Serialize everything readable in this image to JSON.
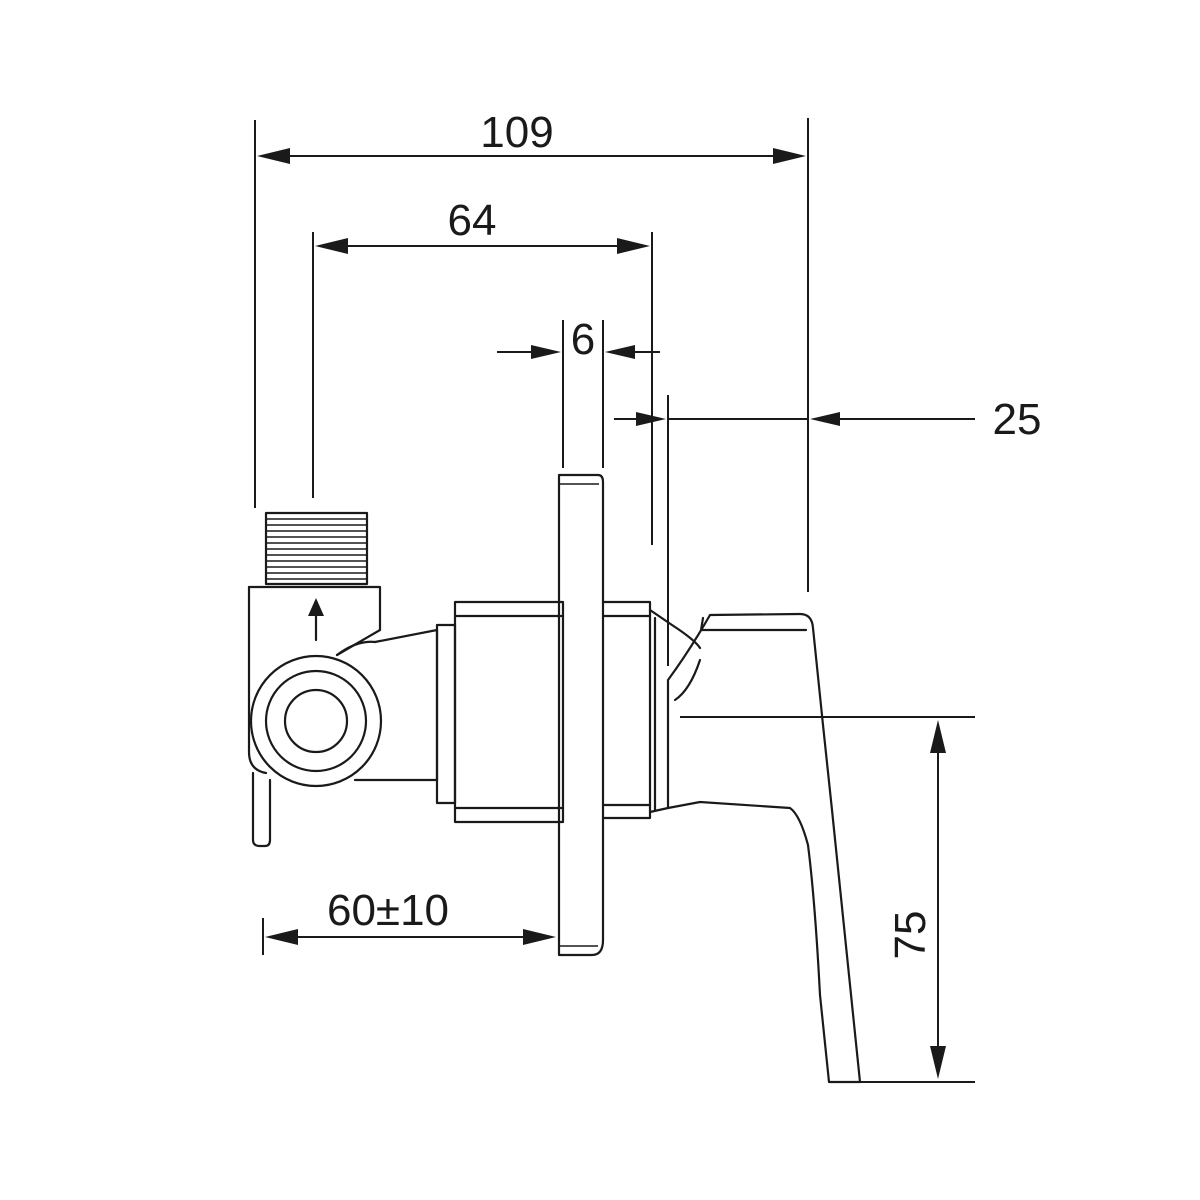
{
  "dimensions": {
    "overall_depth": "109",
    "body_depth": "64",
    "plate_thickness": "6",
    "handle_offset": "25",
    "installation_depth": "60±10",
    "handle_length": "75"
  }
}
